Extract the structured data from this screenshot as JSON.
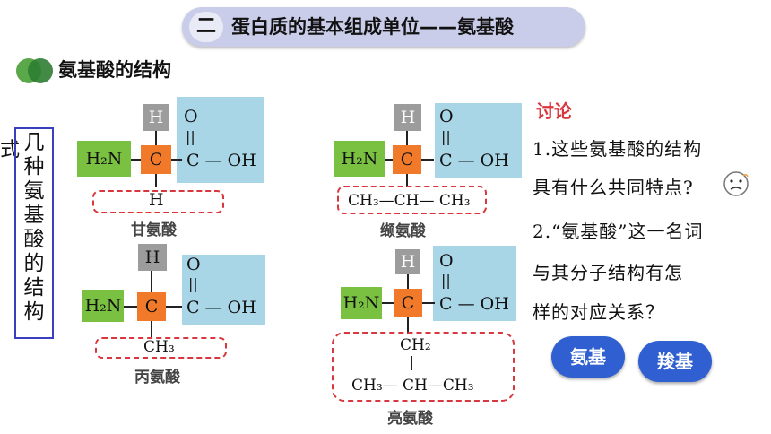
{
  "header": {
    "badge": "二",
    "title": "蛋白质的基本组成单位——氨基酸"
  },
  "section": {
    "title": "氨基酸的结构"
  },
  "left_label": {
    "cut": "式",
    "vertical": "几种氨基酸的结构"
  },
  "atoms": {
    "h": "H",
    "h2n": "H₂N",
    "c": "C",
    "o": "O",
    "double_bond": "||",
    "coh": "C — OH",
    "dash": "—"
  },
  "amino_acids": [
    {
      "name": "甘氨酸",
      "r_group": "H"
    },
    {
      "name": "缬氨酸",
      "r_group": "CH₃—CH— CH₃"
    },
    {
      "name": "丙氨酸",
      "r_group": "CH₃"
    },
    {
      "name": "亮氨酸",
      "r_top": "CH₂",
      "r_bottom": "CH₃— CH—CH₃"
    }
  ],
  "discussion": {
    "title": "讨论",
    "q1_line1": "1.这些氨基酸的结构",
    "q1_line2": "具有什么共同特点?",
    "q2_line1": "2.“氨基酸”这一名词",
    "q2_line2": "与其分子结构有怎",
    "q2_line3": "样的对应关系？"
  },
  "buttons": {
    "amino": "氨基",
    "carboxyl": "羧基"
  },
  "colors": {
    "amino_group": "#7ac142",
    "central_carbon": "#f07a2a",
    "carboxyl_group": "#a8d6e6",
    "hydrogen": "#9c9c9c",
    "r_group_outline": "#d9363e",
    "buttons": "#2f5fd0"
  }
}
